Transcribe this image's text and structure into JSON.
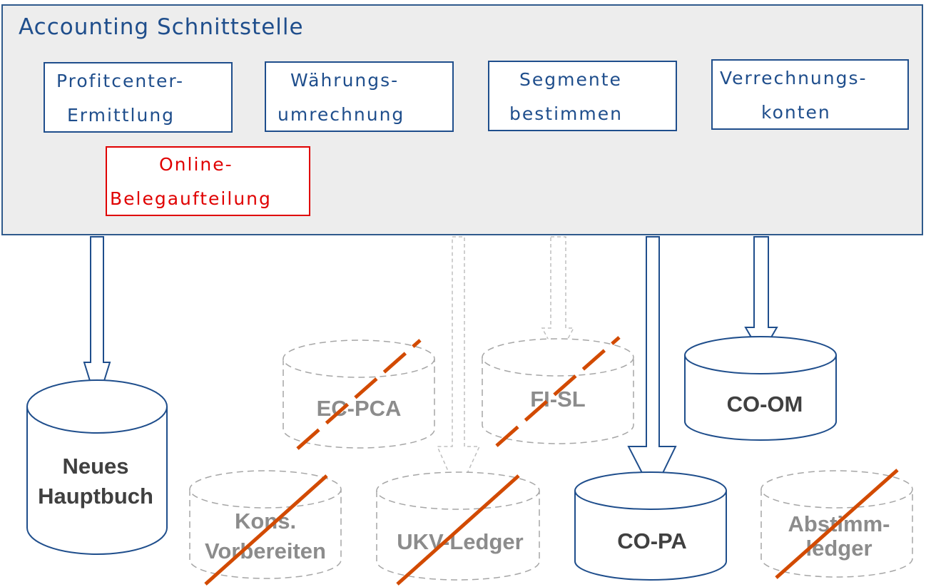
{
  "panel": {
    "title": "Accounting Schnittstelle"
  },
  "functions": [
    {
      "line1": "Profitcenter-",
      "line2": "Ermittlung"
    },
    {
      "line1": "Währungs-",
      "line2": "umrechnung"
    },
    {
      "line1": "Segmente",
      "line2": "bestimmen"
    },
    {
      "line1": "Verrechnungs-",
      "line2": "konten"
    },
    {
      "line1": "Online-",
      "line2": "Belegaufteilung",
      "highlight_color": "#e00000"
    }
  ],
  "targets": [
    {
      "label_lines": [
        "Neues",
        "Hauptbuch"
      ],
      "status": "active"
    },
    {
      "label_lines": [
        "EC-PCA"
      ],
      "status": "crossed-out"
    },
    {
      "label_lines": [
        "FI-SL"
      ],
      "status": "crossed-out"
    },
    {
      "label_lines": [
        "CO-OM"
      ],
      "status": "active"
    },
    {
      "label_lines": [
        "Kons.",
        "Vorbereiten"
      ],
      "status": "crossed-out"
    },
    {
      "label_lines": [
        "UKV-Ledger"
      ],
      "status": "crossed-out"
    },
    {
      "label_lines": [
        "CO-PA"
      ],
      "status": "active"
    },
    {
      "label_lines": [
        "Abstimm-",
        "ledger"
      ],
      "status": "crossed-out"
    }
  ],
  "colors": {
    "primary": "#1f4e8c",
    "highlight": "#e00000",
    "strike": "#d24a00",
    "inactive": "#a6a6a6"
  }
}
